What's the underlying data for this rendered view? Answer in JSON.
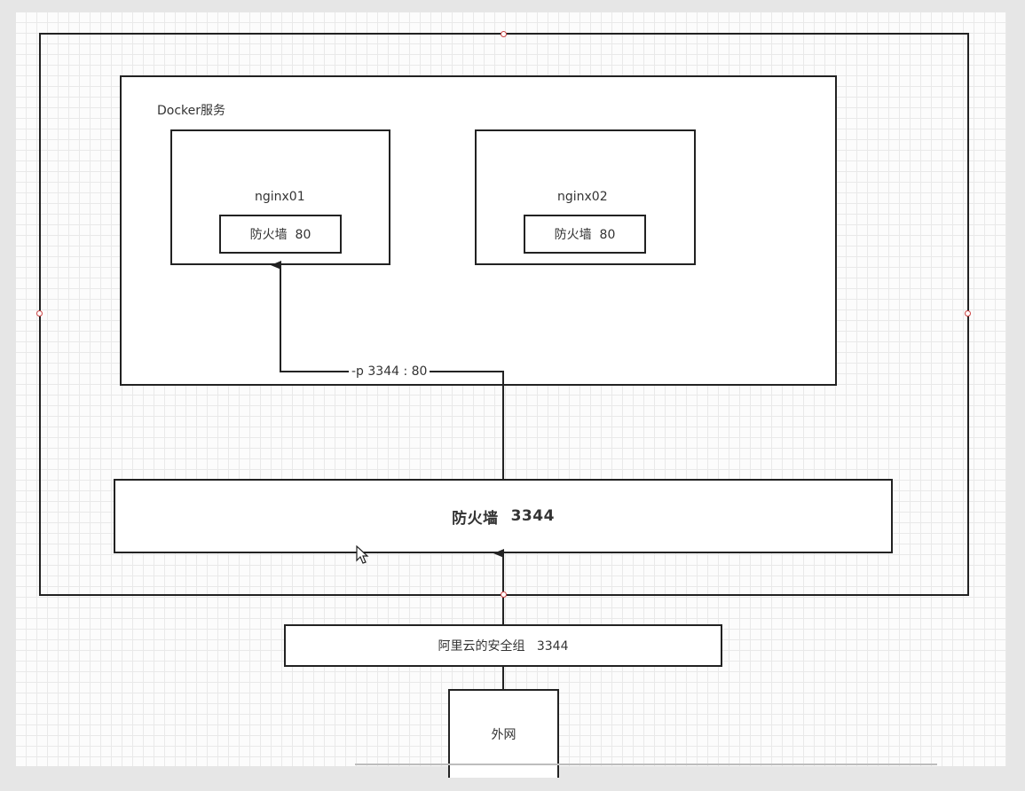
{
  "diagram": {
    "docker_label": "Docker服务",
    "container1": {
      "name": "nginx01",
      "firewall": "防火墙  80"
    },
    "container2": {
      "name": "nginx02",
      "firewall": "防火墙  80"
    },
    "port_mapping": "-p 3344 : 80",
    "host_firewall": {
      "label": "防火墙",
      "port": "3344"
    },
    "security_group": "阿里云的安全组   3344",
    "external_network": "外网"
  },
  "colors": {
    "border": "#222222",
    "handle": "#cc4444",
    "grid": "#e9e9e9"
  }
}
